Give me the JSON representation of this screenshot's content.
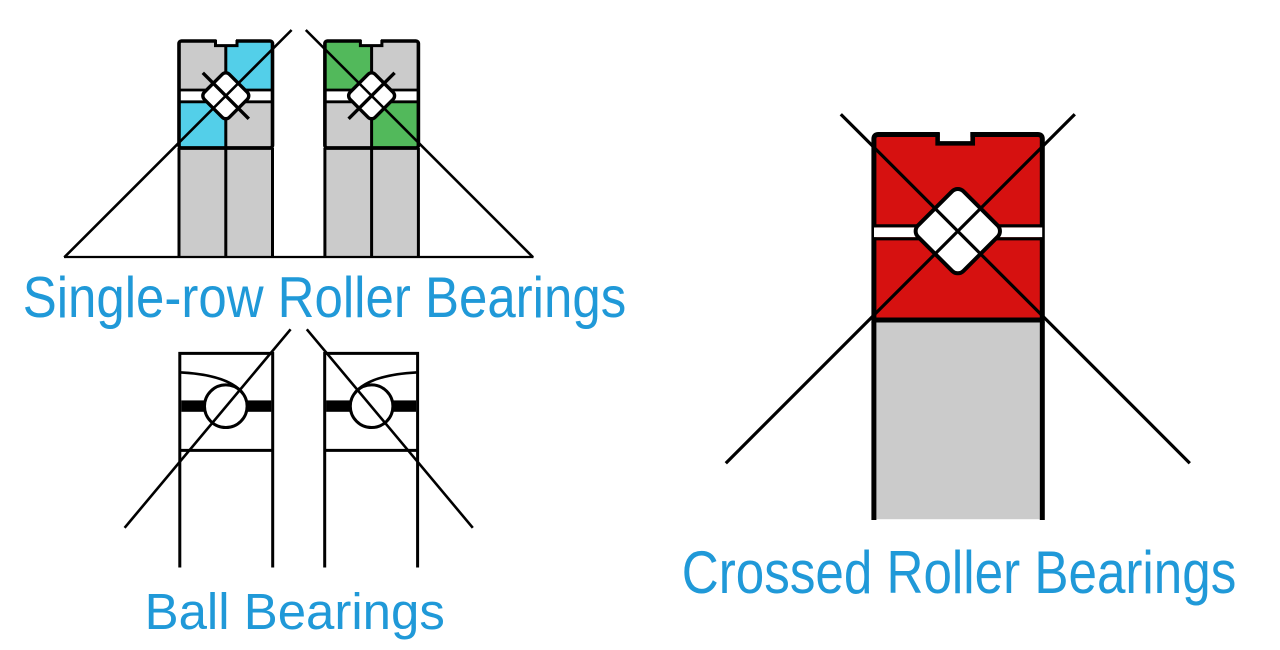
{
  "page": {
    "background": "#ffffff",
    "description": "Cross-section comparison diagram of bearing types"
  },
  "diagram": {
    "colors": {
      "label_blue": "#2099d8",
      "outline_black": "#000000",
      "steel_gray": "#cbcbcb",
      "cyan_accent": "#53cfe9",
      "green_accent": "#52b95b",
      "red_accent": "#d61110",
      "roller_white": "#ffffff"
    },
    "groups": [
      {
        "id": "single-row-roller-bearings",
        "label": "Single-row Roller Bearings",
        "bearings": [
          {
            "side": "left",
            "accent_color_name": "cyan",
            "accent_color": "#53cfe9",
            "rolling_element": "roller"
          },
          {
            "side": "right",
            "accent_color_name": "green",
            "accent_color": "#52b95b",
            "rolling_element": "roller"
          }
        ]
      },
      {
        "id": "ball-bearings",
        "label": "Ball Bearings",
        "bearings": [
          {
            "side": "left",
            "rolling_element": "ball"
          },
          {
            "side": "right",
            "rolling_element": "ball"
          }
        ]
      },
      {
        "id": "crossed-roller-bearings",
        "label": "Crossed Roller Bearings",
        "bearings": [
          {
            "side": "center",
            "accent_color_name": "red",
            "accent_color": "#d61110",
            "rolling_element": "crossed-rollers"
          }
        ]
      }
    ]
  }
}
